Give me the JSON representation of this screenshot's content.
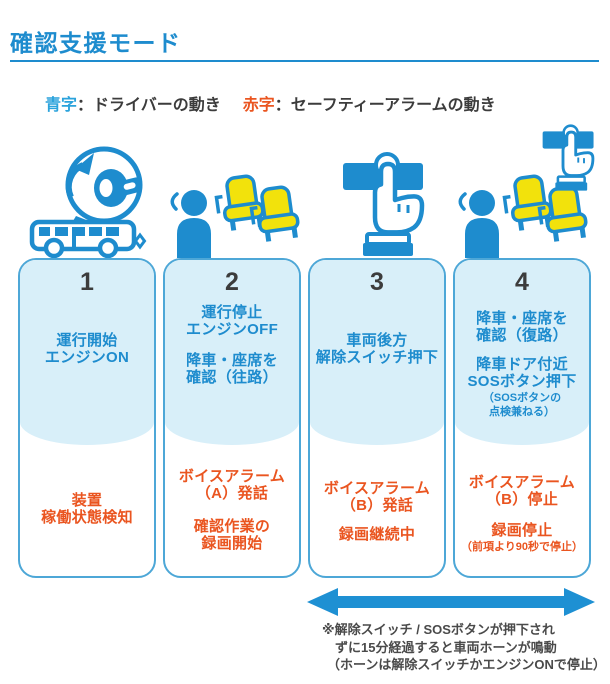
{
  "title": "確認支援モード",
  "legend": {
    "blue_label": "青字",
    "blue_desc": "：ドライバーの動き",
    "red_label": "赤字",
    "red_desc": "：セーフティーアラームの動き"
  },
  "colors": {
    "blue": "#1e8cce",
    "card_border": "#4da7d7",
    "bubble": "#d8eff9",
    "red": "#ea5520",
    "dark": "#3c3c3c",
    "arrow": "#1e90d3",
    "yellow": "#f2e20c",
    "legend_blue": "#2ba3dc",
    "note_gray": "#4a4a4a"
  },
  "icons": {
    "card1": "bus-ignition-icon",
    "card2": "driver-checking-seats-icon",
    "card3": "press-switch-icon",
    "card4": "driver-seats-and-sos-button-icon"
  },
  "cards": [
    {
      "number": "1",
      "blue1": [
        "運行開始",
        "エンジンON"
      ],
      "red1": [
        "装置",
        "稼働状態検知"
      ]
    },
    {
      "number": "2",
      "blue1": [
        "運行停止",
        "エンジンOFF"
      ],
      "blue2": [
        "降車・座席を",
        "確認（往路）"
      ],
      "red1": [
        "ボイスアラーム",
        "（A）発話"
      ],
      "red2": [
        "確認作業の",
        "録画開始"
      ]
    },
    {
      "number": "3",
      "blue1": [
        "車両後方",
        "解除スイッチ押下"
      ],
      "red1": [
        "ボイスアラーム",
        "（B）発話"
      ],
      "red2": [
        "録画継続中"
      ]
    },
    {
      "number": "4",
      "blue1": [
        "降車・座席を",
        "確認（復路）"
      ],
      "blue2": [
        "降車ドア付近",
        "SOSボタン押下"
      ],
      "blue_note": [
        "（SOSボタンの",
        "点検兼ねる）"
      ],
      "red1": [
        "ボイスアラーム",
        "（B）停止"
      ],
      "red2": [
        "録画停止"
      ],
      "red_note": [
        "（前項より90秒で停止）"
      ]
    }
  ],
  "footnote": {
    "lines": [
      "※解除スイッチ / SOSボタンが押下され",
      "ずに15分経過すると車両ホーンが鳴動",
      "（ホーンは解除スイッチかエンジンONで停止）"
    ]
  }
}
